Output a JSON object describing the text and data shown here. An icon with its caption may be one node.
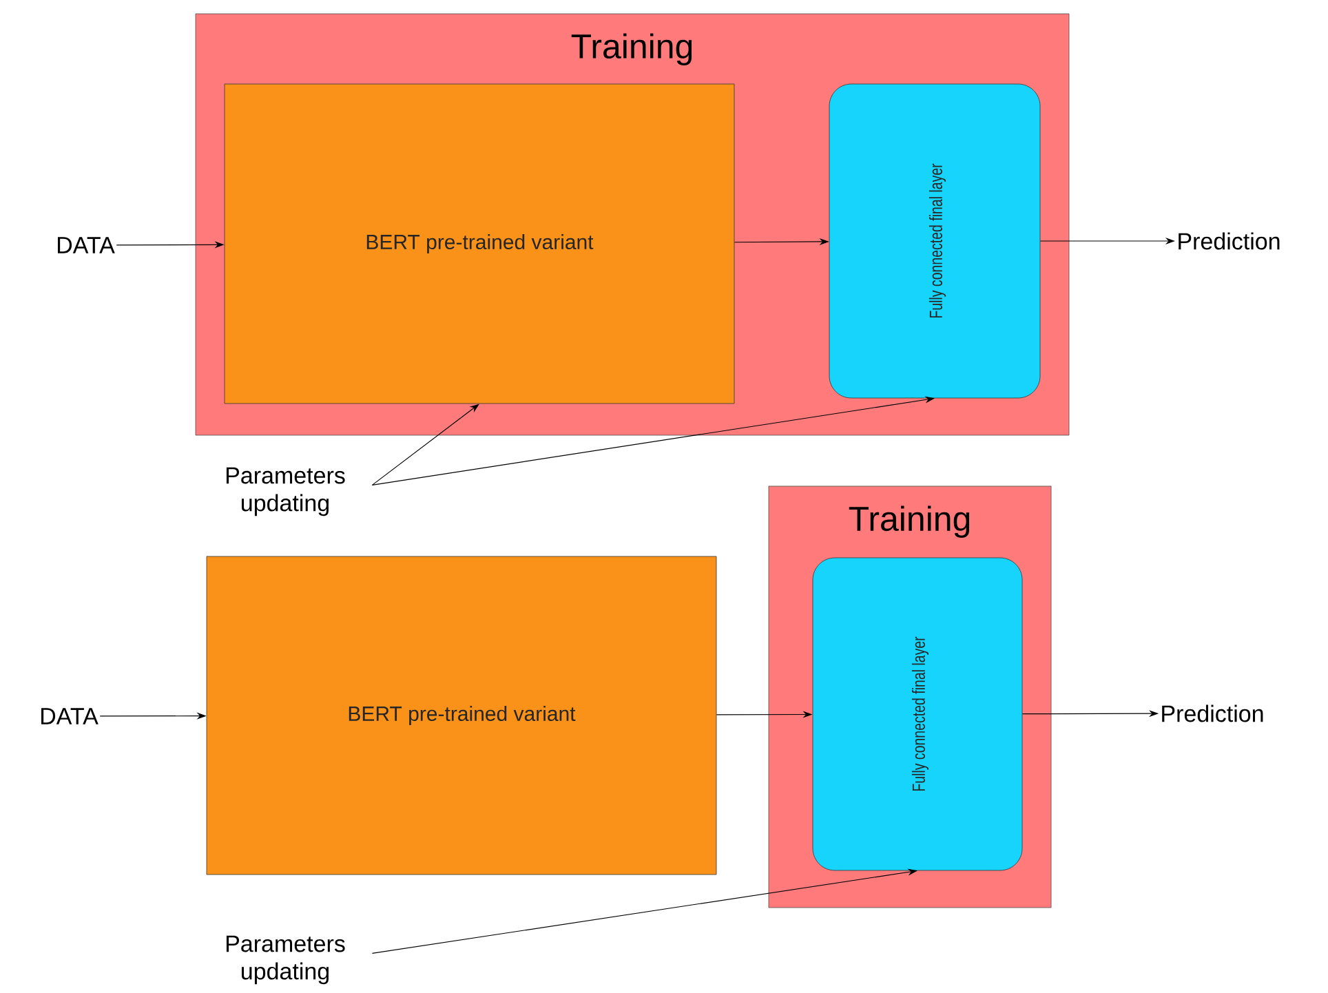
{
  "diagram": {
    "nodes": [
      {
        "text": [
          "Training"
        ]
      },
      {
        "text": [
          "BERT pre-trained variant"
        ],
        "in": 0
      },
      {
        "text": [
          "Fully connected final layer"
        ],
        "in": 0
      },
      {
        "text": [
          "DATA"
        ]
      },
      {
        "text": [
          "Prediction"
        ]
      },
      {
        "text": [
          "Parameters updating"
        ]
      },
      {
        "text": [
          "DATA"
        ]
      },
      {
        "text": [
          "BERT pre-trained variant"
        ]
      },
      {
        "text": [
          "Training"
        ]
      },
      {
        "text": [
          "Fully connected final layer"
        ],
        "in": 8
      },
      {
        "text": [
          "Prediction"
        ]
      },
      {
        "text": [
          "Parameters updating"
        ]
      }
    ],
    "edges": [
      {
        "from": 3,
        "to": 1,
        "arrow": "to"
      },
      {
        "from": 1,
        "to": 2,
        "arrow": "to"
      },
      {
        "from": 2,
        "to": 4,
        "arrow": "to"
      },
      {
        "from": 5,
        "to": 1,
        "arrow": "to"
      },
      {
        "from": 5,
        "to": 2,
        "arrow": "to"
      },
      {
        "from": 6,
        "to": 7,
        "arrow": "to"
      },
      {
        "from": 7,
        "to": 9,
        "arrow": "to"
      },
      {
        "from": 9,
        "to": 10,
        "arrow": "to"
      },
      {
        "from": 11,
        "to": 9,
        "arrow": "to"
      }
    ]
  }
}
